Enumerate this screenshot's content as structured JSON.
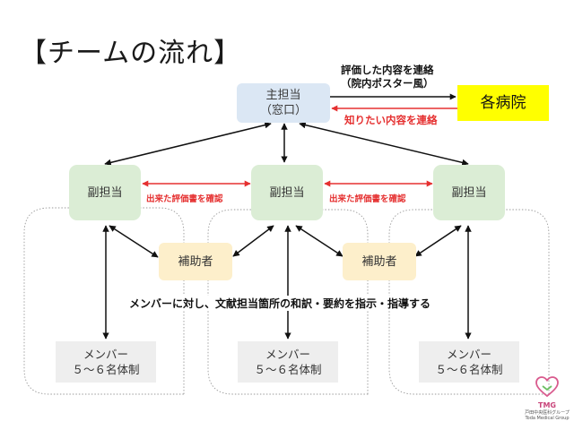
{
  "title": "【チームの流れ】",
  "main_box": {
    "line1": "主担当",
    "line2": "（窓口）"
  },
  "hospitals": "各病院",
  "arrow_top_label": {
    "line1": "評価した内容を連絡",
    "line2": "（院内ポスター風）"
  },
  "arrow_bottom_label": "知りたい内容を連絡",
  "sub_label": "副担当",
  "confirm_label": "出来た評価書を確認",
  "helper_label": "補助者",
  "instruction": "メンバーに対し、文献担当箇所の和訳・要約を指示・指導する",
  "member": {
    "line1": "メンバー",
    "line2": "５～６名体制"
  },
  "logo": {
    "abbr": "TMG",
    "jp": "戸田中央医科グループ",
    "en": "Toda Medical Group"
  },
  "colors": {
    "red_arrow": "#e53030",
    "main_fill": "#dbe7f4",
    "sub_fill": "#dbedd5",
    "helper_fill": "#fdefcb",
    "member_fill": "#eeeeee",
    "hospital_fill": "#ffff00"
  }
}
